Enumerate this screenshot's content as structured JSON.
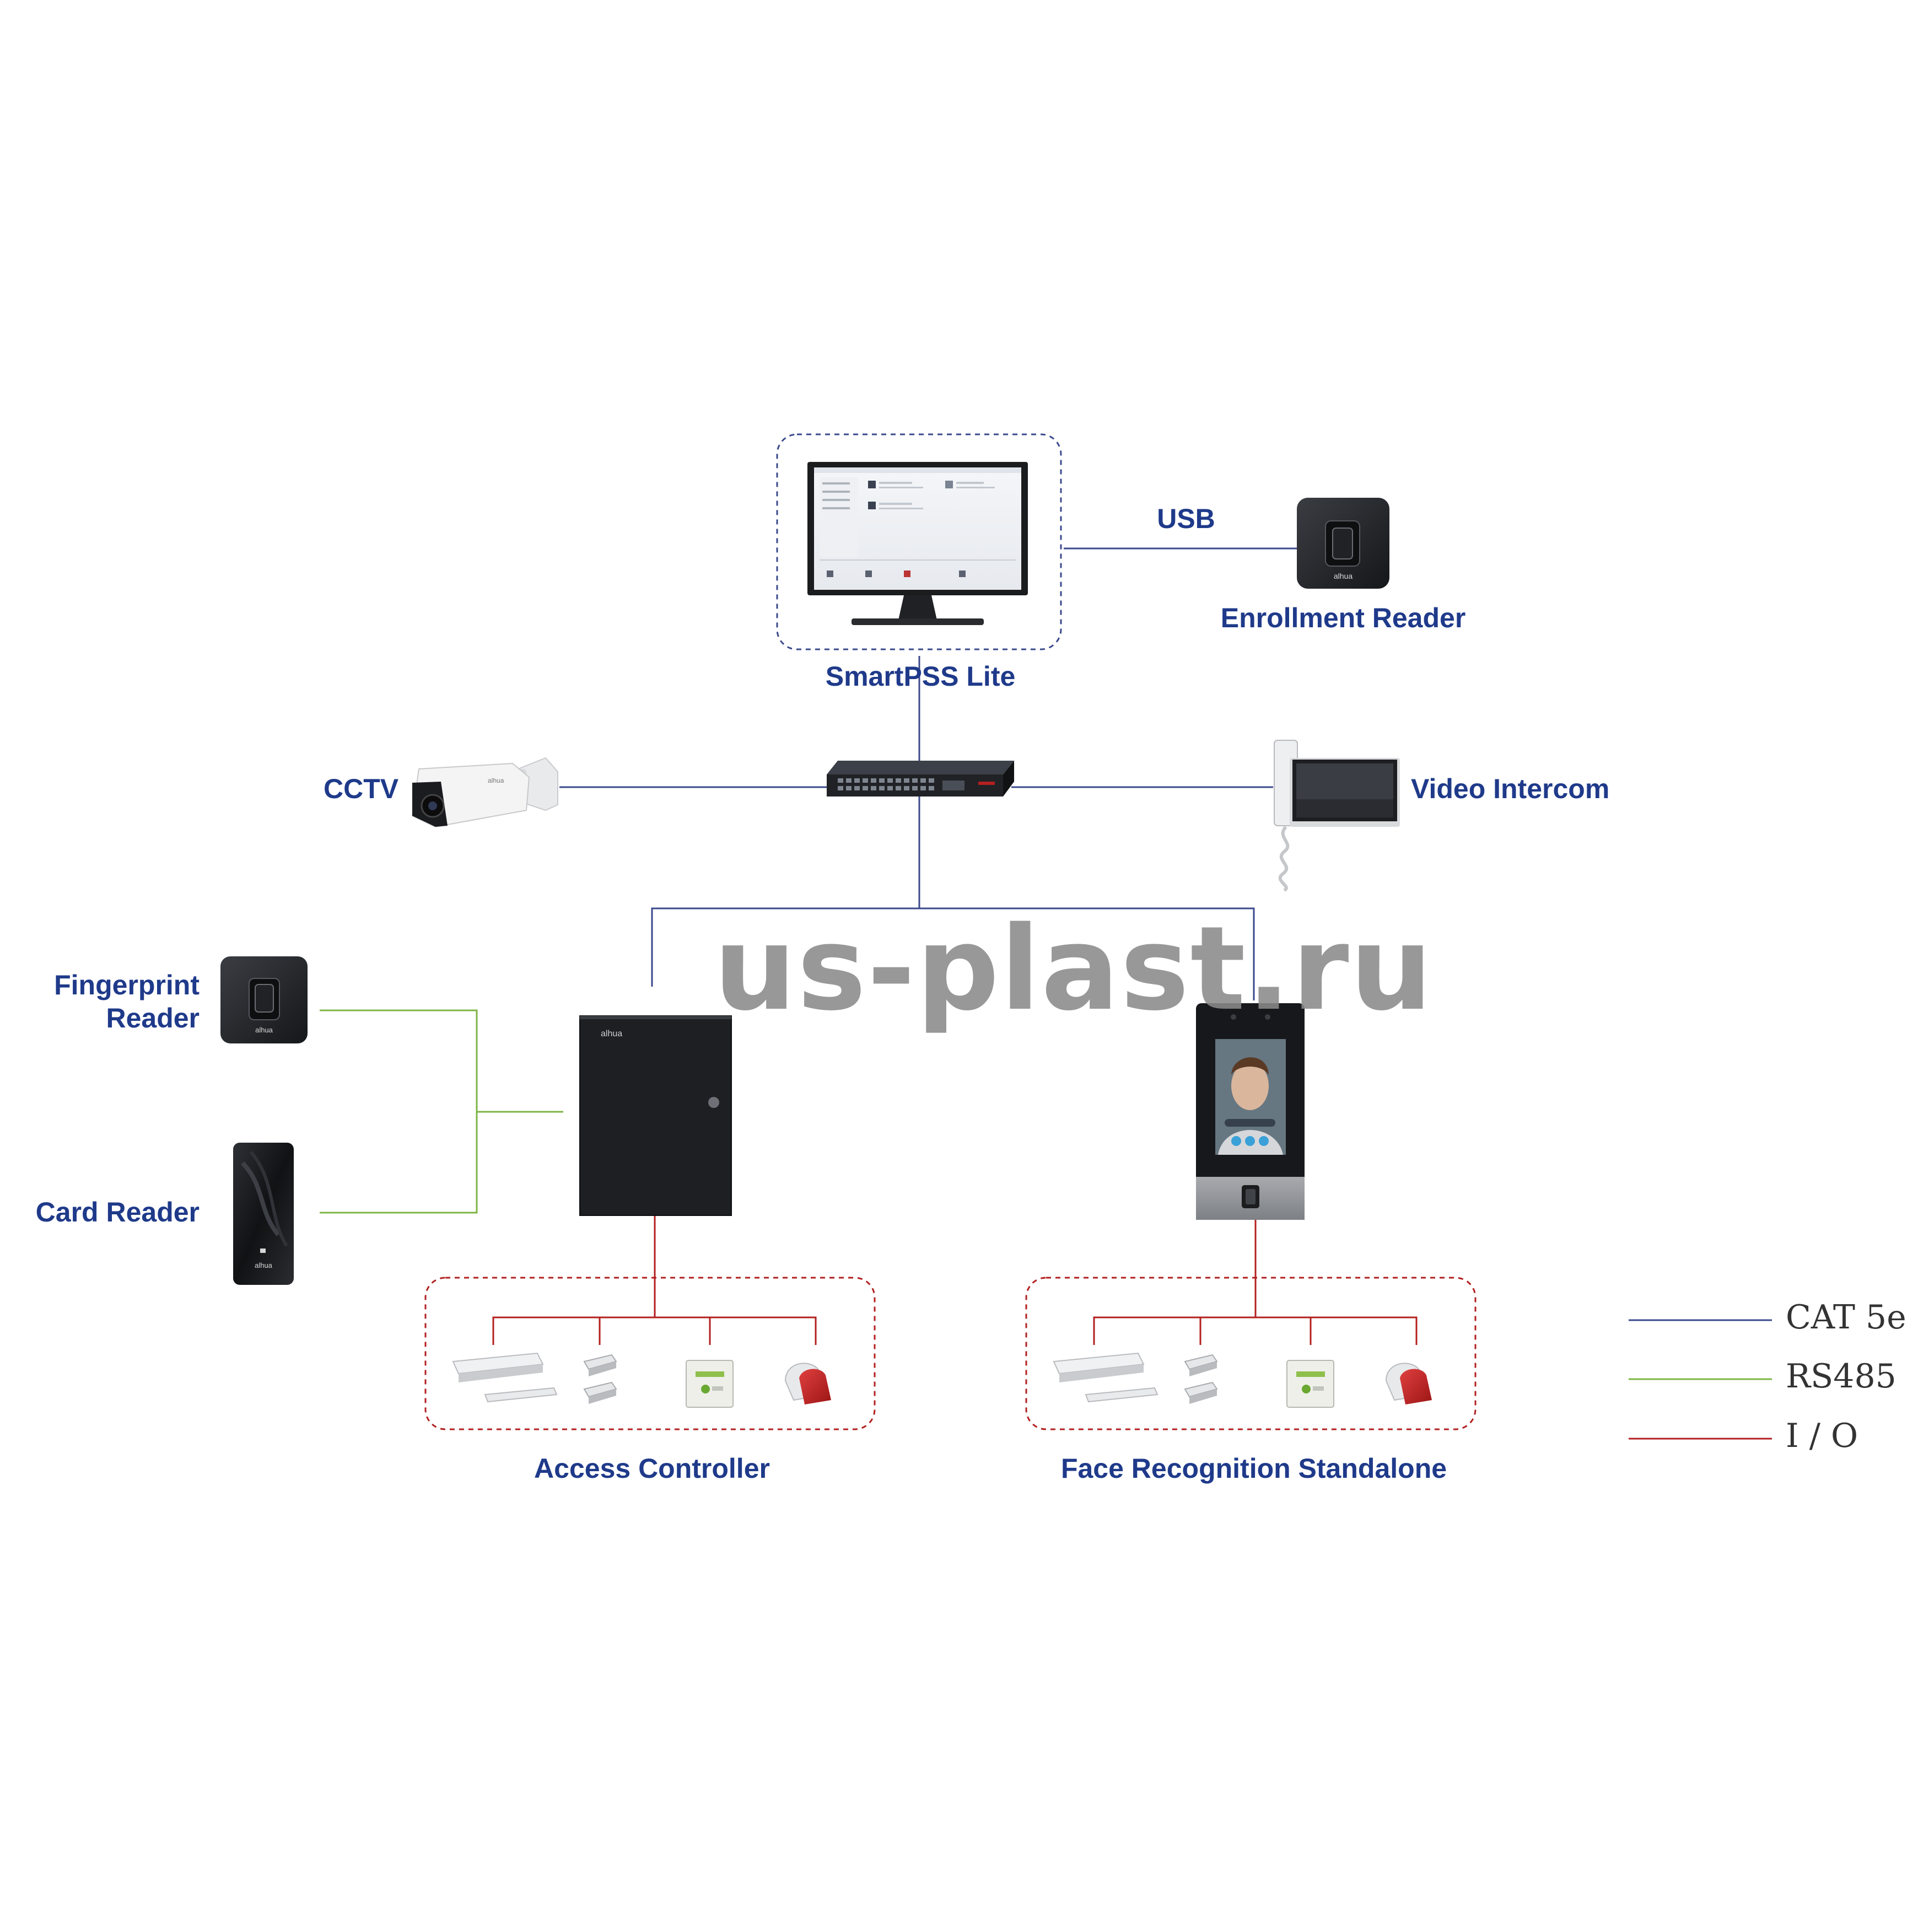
{
  "labels": {
    "smartpss": "SmartPSS Lite",
    "usb": "USB",
    "enrollment_reader": "Enrollment Reader",
    "cctv": "CCTV",
    "video_intercom": "Video Intercom",
    "fingerprint_reader_line1": "Fingerprint",
    "fingerprint_reader_line2": "Reader",
    "card_reader": "Card Reader",
    "access_controller": "Access Controller",
    "face_recognition": "Face Recognition Standalone"
  },
  "legend": [
    {
      "name": "CAT 5e",
      "color": "#3b4a8c"
    },
    {
      "name": "RS485",
      "color": "#7db544"
    },
    {
      "name": "I / O",
      "color": "#b32020"
    }
  ],
  "watermark": "us-plast.ru",
  "brand": "alhua",
  "colors": {
    "label": "#1f3a8a",
    "cat5e": "#3b4a8c",
    "rs485": "#7db544",
    "io": "#b32020",
    "group_border_pc": "#3b4a8c",
    "group_border_io": "#b32020"
  }
}
